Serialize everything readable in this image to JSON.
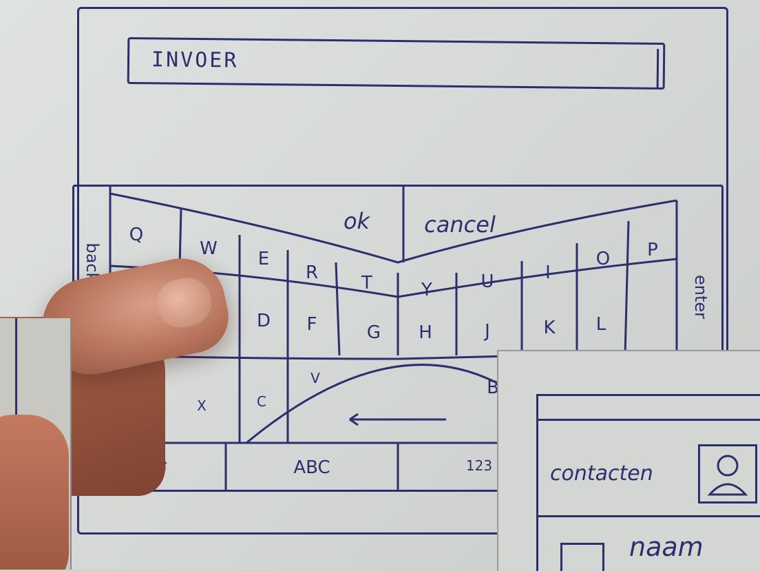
{
  "input": {
    "text": "INVOER"
  },
  "keyboard": {
    "top_row": {
      "ok": "ok",
      "cancel": "cancel"
    },
    "row1": [
      "Q",
      "W",
      "E",
      "R",
      "T",
      "Y",
      "U",
      "I",
      "O",
      "P"
    ],
    "row2": [
      "D",
      "F",
      "G",
      "H",
      "J",
      "K",
      "L"
    ],
    "row3": [
      "X",
      "C",
      "V",
      "B"
    ],
    "side_left": "back",
    "side_right": "enter",
    "bottom": {
      "shift": "⇑",
      "abc": "ABC",
      "num": "123"
    }
  },
  "contacts_panel": {
    "title": "contacten",
    "entry_name": "naam",
    "icon": "contact-person-icon"
  },
  "colors": {
    "ink": "#2b2f6b",
    "paper": "#dfe2e0",
    "skin": "#c98c74"
  }
}
